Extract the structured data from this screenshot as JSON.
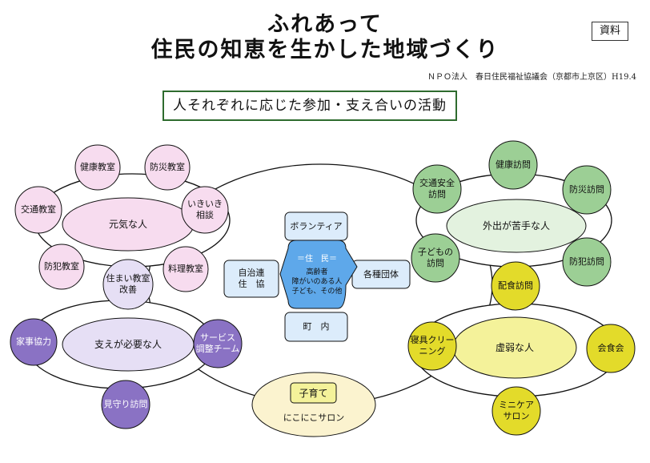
{
  "header": {
    "title_line1": "ふれあって",
    "title_line2": "住民の知恵を生かした地域づくり",
    "badge": "資料",
    "organization": "ＮＰＯ法人　春日住民福祉協議会（京都市上京区）H19.4"
  },
  "subtitle": "人それぞれに応じた参加・支え合いの活動",
  "colors": {
    "pink": "#f7dcef",
    "lavender": "#e6dff5",
    "purple": "#8a72c4",
    "green_light": "#e3f2df",
    "green": "#9ccf95",
    "yellow_light": "#f4f29a",
    "yellow": "#e3db2a",
    "cream": "#fbf3cf",
    "blue_light": "#dcecfb",
    "blue": "#5ea8ea"
  },
  "groups": {
    "genki": {
      "center": "元気な人",
      "items": [
        "健康教室",
        "防災教室",
        "いきいき\n相談",
        "料理教室",
        "防犯教室",
        "交通教室"
      ]
    },
    "sasae": {
      "center": "支えが必要な人",
      "items": [
        "住まい教室\n改善",
        "サービス\n調整チーム",
        "見守り訪問",
        "家事協力"
      ]
    },
    "gaishutsu": {
      "center": "外出が苦手な人",
      "items": [
        "交通安全\n訪問",
        "健康訪問",
        "防災訪問",
        "防犯訪問",
        "子どもの\n訪問"
      ]
    },
    "kyojaku": {
      "center": "虚弱な人",
      "items": [
        "配食訪問",
        "寝具クリー\nニング",
        "会食会",
        "ミニケア\nサロン"
      ]
    },
    "kosodate": {
      "center": "子育て",
      "sub": "にこにこサロン"
    },
    "center": {
      "title": "＝住　民＝",
      "lines": [
        "高齢者",
        "障がいのある人",
        "子ども、その他"
      ],
      "boxes": {
        "top": "ボランティア",
        "left": "自治連\n住　協",
        "right": "各種団体",
        "bottom": "町　内"
      }
    }
  }
}
